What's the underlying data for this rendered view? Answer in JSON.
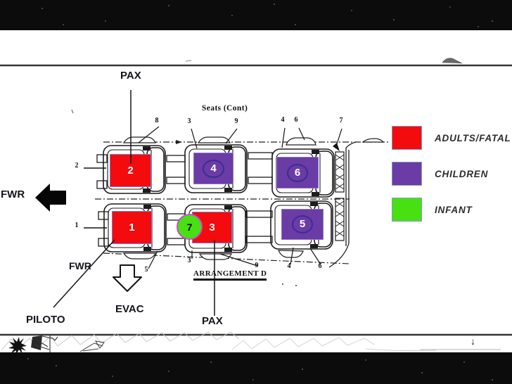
{
  "window": {
    "background": "#ffffff",
    "frame_color": "#0c0c0c"
  },
  "diagram": {
    "section_title": "Seats (Cont)",
    "arrangement_label": "ARRANGEMENT D",
    "labels": {
      "pax_top": "PAX",
      "fwd": "FWR",
      "fwd_inner": "FWR",
      "evac": "EVAC",
      "pilot": "PILOTO",
      "pax_bottom": "PAX"
    },
    "seats": [
      {
        "number": "1",
        "category": "adults_fatal",
        "color": "#f30b0e"
      },
      {
        "number": "2",
        "category": "adults_fatal",
        "color": "#f30b0e"
      },
      {
        "number": "3",
        "category": "adults_fatal",
        "color": "#f30b0e"
      },
      {
        "number": "4",
        "category": "children",
        "color": "#6b3ba6"
      },
      {
        "number": "5",
        "category": "children",
        "color": "#6b3ba6"
      },
      {
        "number": "6",
        "category": "children",
        "color": "#6b3ba6"
      }
    ],
    "infant_marker": {
      "number": "7",
      "category": "infant",
      "color": "#47e012",
      "ring_color": "#c553c5"
    },
    "callouts": {
      "top": [
        "8",
        "3",
        "9",
        "4",
        "6",
        "7"
      ],
      "left": [
        "2",
        "1"
      ],
      "bottom": [
        "5",
        "3",
        "9",
        "4",
        "6"
      ]
    },
    "icons": {
      "fwd_arrow": "left-block-arrow",
      "evac_arrow": "down-outline-arrow",
      "down_arrow_glyph": "↓"
    }
  },
  "legend": {
    "items": [
      {
        "label": "ADULTS/FATAL",
        "color": "#f30b0e"
      },
      {
        "label": "CHILDREN",
        "color": "#6b3ba6"
      },
      {
        "label": "INFANT",
        "color": "#47e012"
      }
    ]
  }
}
